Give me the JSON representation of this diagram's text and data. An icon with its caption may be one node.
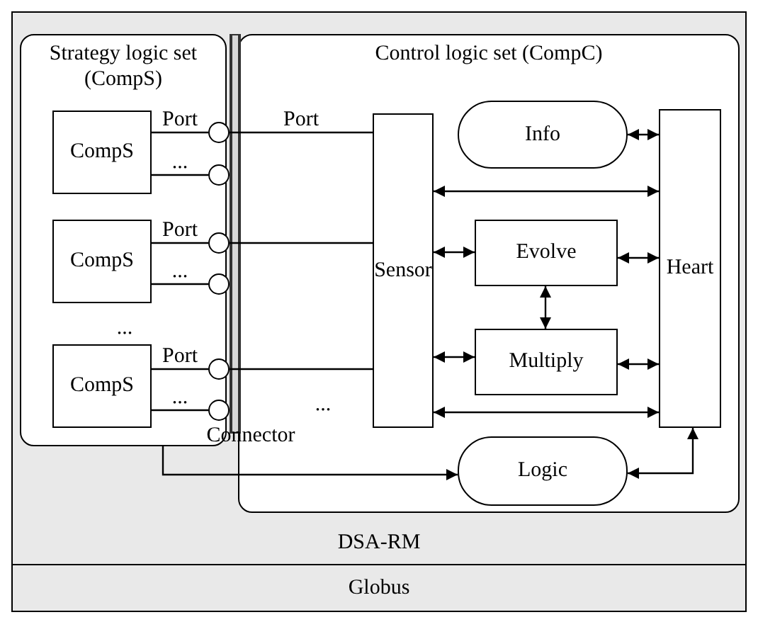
{
  "diagram": {
    "nodes": [
      {
        "text": [
          "DSA-RM"
        ]
      },
      {
        "text": [
          "Strategy logic set (CompS)"
        ],
        "in": 0
      },
      {
        "text": [
          "CompS"
        ],
        "in": 1
      },
      {
        "text": [
          "CompS"
        ],
        "in": 1
      },
      {
        "text": [
          "CompS"
        ],
        "in": 1
      },
      {
        "text": [
          "Control logic set (CompC)"
        ],
        "in": 0
      },
      {
        "text": [
          "Info"
        ],
        "in": 5
      },
      {
        "text": [
          "Sensor"
        ],
        "in": 5
      },
      {
        "text": [
          "Evolve"
        ],
        "in": 5
      },
      {
        "text": [
          "Heart"
        ],
        "in": 5
      },
      {
        "text": [
          "Multiply"
        ],
        "in": 5
      },
      {
        "text": [
          "Logic"
        ],
        "in": 5
      },
      {
        "text": [],
        "shape": "bar",
        "beside": [
          "Connector"
        ],
        "in": 0
      },
      {
        "text": [],
        "shape": "circle",
        "in": 0
      },
      {
        "text": [],
        "shape": "circle",
        "in": 0
      },
      {
        "text": [],
        "shape": "circle",
        "in": 0
      },
      {
        "text": [],
        "shape": "circle",
        "in": 0
      },
      {
        "text": [],
        "shape": "circle",
        "in": 0
      },
      {
        "text": [],
        "shape": "circle",
        "in": 0
      },
      {
        "text": [
          "Globus"
        ]
      }
    ],
    "edges": [
      {
        "from": 2,
        "to": 13,
        "arrow": "none",
        "label": "Port"
      },
      {
        "from": 2,
        "to": 14,
        "arrow": "none",
        "label": "..."
      },
      {
        "from": 3,
        "to": 15,
        "arrow": "none",
        "label": "Port"
      },
      {
        "from": 3,
        "to": 16,
        "arrow": "none",
        "label": "..."
      },
      {
        "from": 4,
        "to": 17,
        "arrow": "none",
        "label": "Port"
      },
      {
        "from": 4,
        "to": 18,
        "arrow": "none",
        "label": "..."
      },
      {
        "from": 13,
        "to": 7,
        "arrow": "none",
        "label": "Port"
      },
      {
        "from": 15,
        "to": 7,
        "arrow": "none"
      },
      {
        "from": 17,
        "to": 7,
        "arrow": "none"
      },
      {
        "from": 6,
        "to": 9,
        "arrow": "both"
      },
      {
        "from": 7,
        "to": 9,
        "arrow": "both"
      },
      {
        "from": 7,
        "to": 8,
        "arrow": "both"
      },
      {
        "from": 8,
        "to": 9,
        "arrow": "both"
      },
      {
        "from": 8,
        "to": 10,
        "arrow": "both"
      },
      {
        "from": 7,
        "to": 10,
        "arrow": "both"
      },
      {
        "from": 10,
        "to": 9,
        "arrow": "both"
      },
      {
        "from": 7,
        "to": 9,
        "arrow": "both"
      },
      {
        "from": 1,
        "to": 11,
        "arrow": "to"
      },
      {
        "from": 11,
        "to": 9,
        "arrow": "both"
      }
    ],
    "labels": [
      "...",
      "..."
    ]
  }
}
